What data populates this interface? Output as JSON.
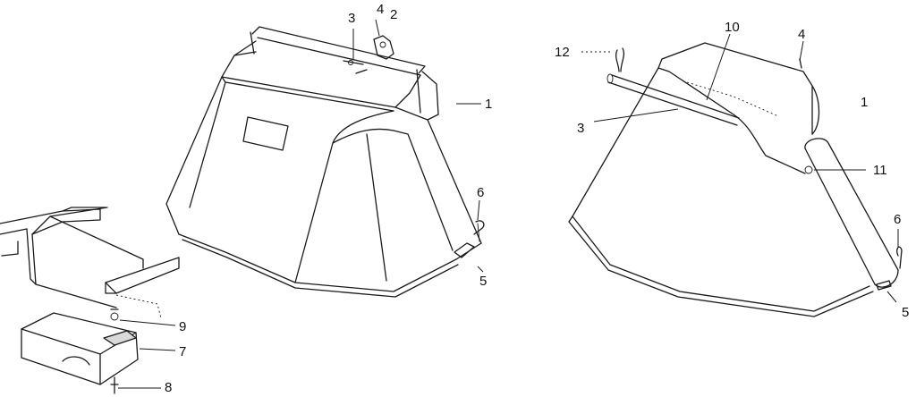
{
  "left_view": {
    "callouts": [
      "3",
      "4",
      "2",
      "1",
      "6",
      "5"
    ]
  },
  "right_view": {
    "callouts": [
      "12",
      "10",
      "4",
      "1",
      "3",
      "11",
      "6",
      "5"
    ]
  },
  "mount_detail": {
    "callouts": [
      "9",
      "7",
      "8"
    ]
  }
}
